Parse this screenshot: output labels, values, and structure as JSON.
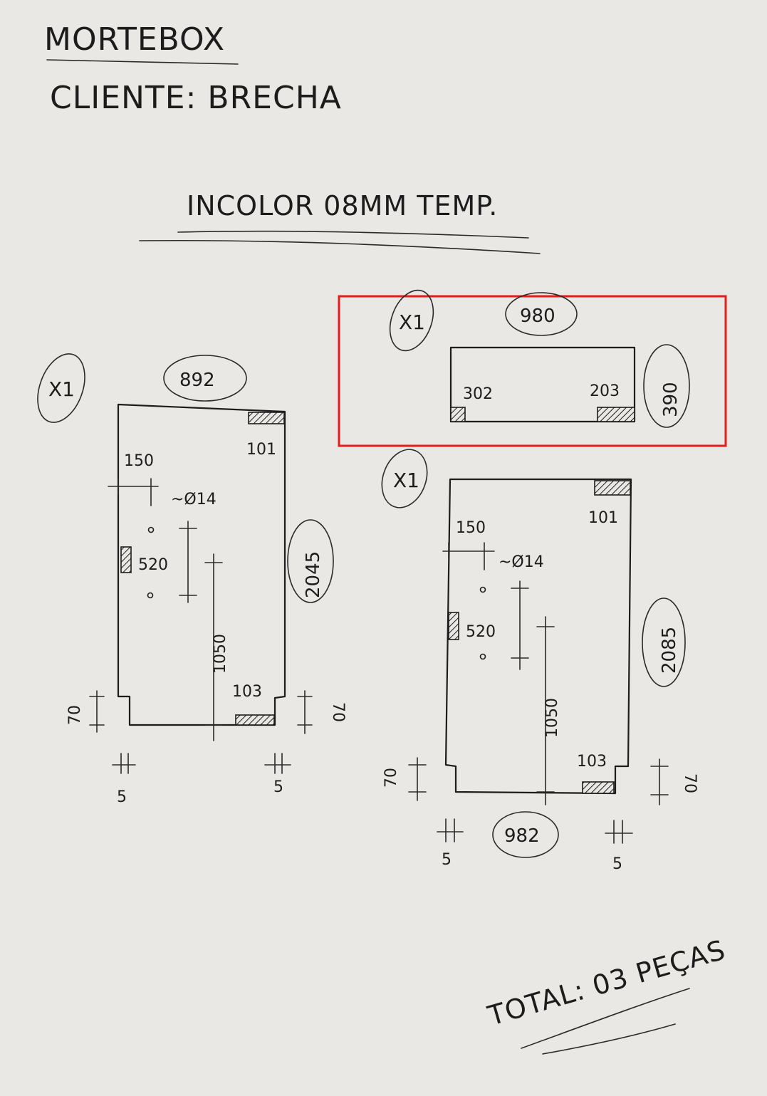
{
  "header": {
    "company": "MORTEBOX",
    "client": "CLIENTE: BRECHA",
    "glass_spec": "INCOLOR 08MM TEMP."
  },
  "piece_left": {
    "qty": "X1",
    "width": "892",
    "height": "2045",
    "hinge_top": "101",
    "hinge_bottom": "103",
    "offset_top": "150",
    "hole_diameter": "~Ø14",
    "hole_spacing": "520",
    "handle_height": "1050",
    "notch_height_left": "70",
    "notch_height_right": "70",
    "notch_width_left": "5",
    "notch_width_right": "5"
  },
  "piece_top_right": {
    "qty": "X1",
    "width": "980",
    "height": "390",
    "dim_left": "302",
    "dim_right": "203"
  },
  "piece_right": {
    "qty": "X1",
    "width": "982",
    "height": "2085",
    "hinge_top": "101",
    "hinge_bottom": "103",
    "offset_top": "150",
    "hole_diameter": "~Ø14",
    "hole_spacing": "520",
    "handle_height": "1050",
    "notch_height_left": "70",
    "notch_height_right": "70",
    "notch_width_left": "5",
    "notch_width_right": "5"
  },
  "footer": {
    "total": "TOTAL: 03 PEÇAS"
  },
  "colors": {
    "paper": "#e9e8e4",
    "ink": "#1c1c1c",
    "highlight": "#e51c1c"
  }
}
